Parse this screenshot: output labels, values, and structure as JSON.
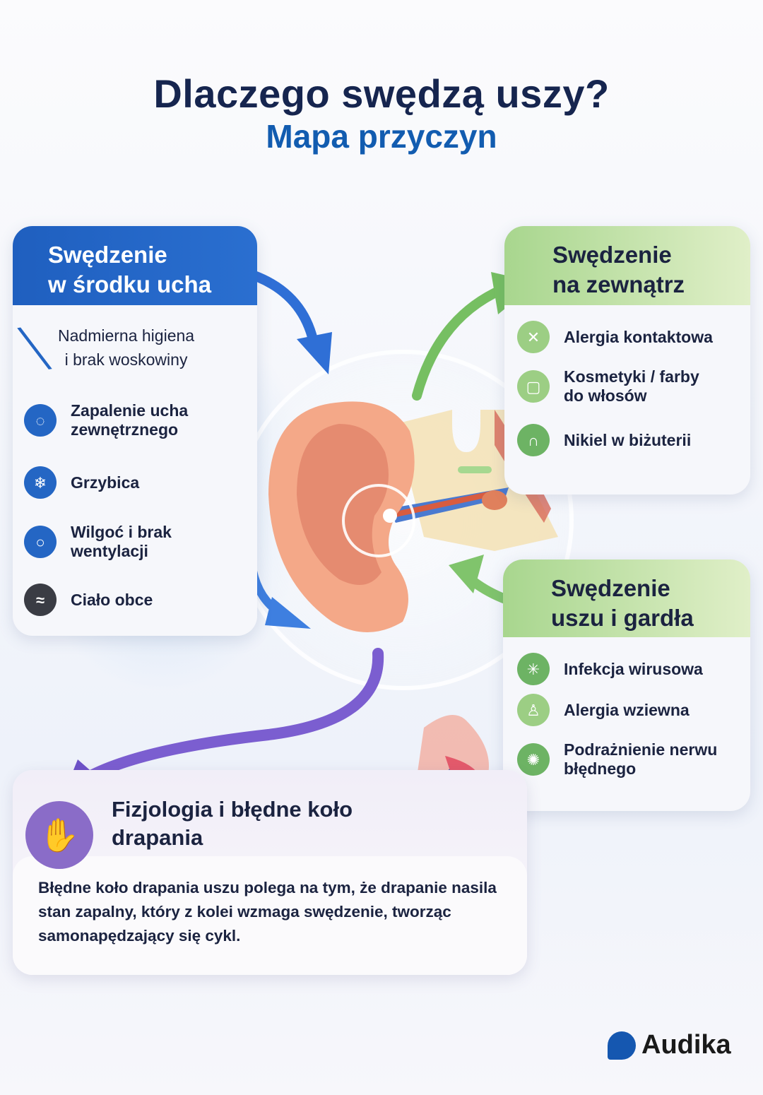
{
  "header": {
    "title": "Dlaczego swędzą uszy?",
    "subtitle": "Mapa przyczyn"
  },
  "colors": {
    "title": "#16254f",
    "subtitle": "#125cb0",
    "blue_accent": "#2466c4",
    "green_accent": "#6db364",
    "purple_accent": "#8a6cc8"
  },
  "cards": {
    "inner_ear": {
      "title_line1": "Swędzenie",
      "title_line2": "w środku ucha",
      "items": [
        {
          "label_line1": "Nadmierna higiena",
          "label_line2": "i brak woskowiny",
          "icon": "cotton-swab-icon"
        },
        {
          "label_line1": "Zapalenie ucha",
          "label_line2": "zewnętrznego",
          "icon": "inflammation-icon"
        },
        {
          "label_line1": "Grzybica",
          "label_line2": "",
          "icon": "fungus-icon"
        },
        {
          "label_line1": "Wilgoć i brak",
          "label_line2": "wentylacji",
          "icon": "moisture-icon"
        },
        {
          "label_line1": "Ciało obce",
          "label_line2": "",
          "icon": "foreign-body-icon"
        }
      ]
    },
    "outer": {
      "title_line1": "Swędzenie",
      "title_line2": "na zewnątrz",
      "items": [
        {
          "label_line1": "Alergia kontaktowa",
          "label_line2": "",
          "icon": "contact-allergy-icon"
        },
        {
          "label_line1": "Kosmetyki / farby",
          "label_line2": "do włosów",
          "icon": "cosmetics-bottle-icon"
        },
        {
          "label_line1": "Nikiel w biżuterii",
          "label_line2": "",
          "icon": "earring-icon"
        }
      ]
    },
    "ear_throat": {
      "title_line1": "Swędzenie",
      "title_line2": "uszu i gardła",
      "items": [
        {
          "label_line1": "Infekcja wirusowa",
          "label_line2": "",
          "icon": "virus-icon"
        },
        {
          "label_line1": "Alergia wziewna",
          "label_line2": "",
          "icon": "inhalant-allergy-icon"
        },
        {
          "label_line1": "Podrażnienie nerwu",
          "label_line2": "błędnego",
          "icon": "nerve-icon"
        }
      ]
    },
    "physiology": {
      "title_line1": "Fizjologia i błędne koło",
      "title_line2": "drapania",
      "text": "Błędne koło drapania uszu polega na tym, że drapanie nasila stan zapalny, który z kolei wzmaga swędzenie, tworząc samonapędzający się cykl.",
      "icon": "scratching-hand-icon"
    }
  },
  "icons": {
    "cotton-swab-icon": "╲",
    "inflammation-icon": "◌",
    "fungus-icon": "❄",
    "moisture-icon": "○",
    "foreign-body-icon": "≈",
    "contact-allergy-icon": "✕",
    "cosmetics-bottle-icon": "▢",
    "earring-icon": "∩",
    "virus-icon": "✳",
    "inhalant-allergy-icon": "♙",
    "nerve-icon": "✺",
    "scratching-hand-icon": "✋"
  },
  "brand": {
    "name": "Audika"
  }
}
